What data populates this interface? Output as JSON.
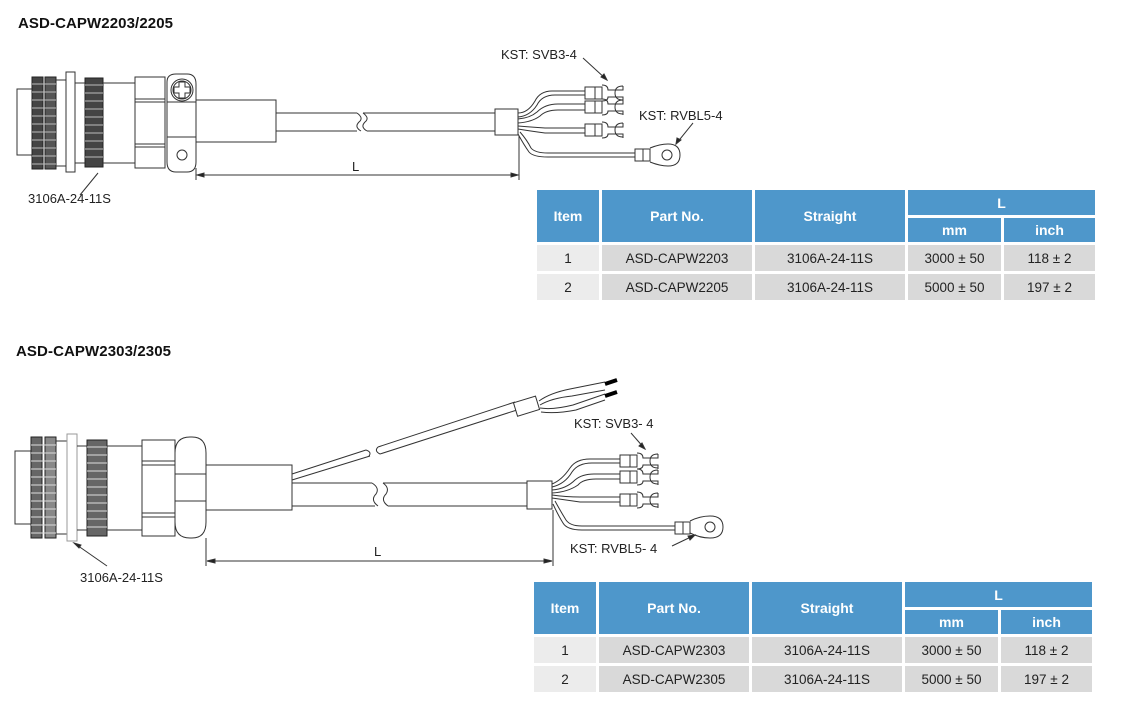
{
  "sections": [
    {
      "title": "ASD-CAPW2203/2205",
      "connector_label": "3106A-24-11S",
      "fork_terminal_label": "KST: SVB3-4",
      "ring_terminal_label": "KST: RVBL5-4",
      "length_label": "L",
      "table": {
        "headers": {
          "item": "Item",
          "part_no": "Part No.",
          "straight": "Straight",
          "length_group": "L",
          "mm": "mm",
          "inch": "inch"
        },
        "rows": [
          {
            "item": "1",
            "part_no": "ASD-CAPW2203",
            "straight": "3106A-24-11S",
            "mm": "3000 ± 50",
            "inch": "118 ± 2"
          },
          {
            "item": "2",
            "part_no": "ASD-CAPW2205",
            "straight": "3106A-24-11S",
            "mm": "5000 ± 50",
            "inch": "197 ± 2"
          }
        ]
      }
    },
    {
      "title": "ASD-CAPW2303/2305",
      "connector_label": "3106A-24-11S",
      "fork_terminal_label": "KST: SVB3- 4",
      "ring_terminal_label": "KST: RVBL5- 4",
      "length_label": "L",
      "table": {
        "headers": {
          "item": "Item",
          "part_no": "Part No.",
          "straight": "Straight",
          "length_group": "L",
          "mm": "mm",
          "inch": "inch"
        },
        "rows": [
          {
            "item": "1",
            "part_no": "ASD-CAPW2303",
            "straight": "3106A-24-11S",
            "mm": "3000 ± 50",
            "inch": "118 ± 2"
          },
          {
            "item": "2",
            "part_no": "ASD-CAPW2305",
            "straight": "3106A-24-11S",
            "mm": "5000 ± 50",
            "inch": "197 ± 2"
          }
        ]
      }
    }
  ],
  "colors": {
    "header_blue": "#4e97cb",
    "cell_gray": "#d9d9d9",
    "item_cell_gray": "#ececec"
  }
}
